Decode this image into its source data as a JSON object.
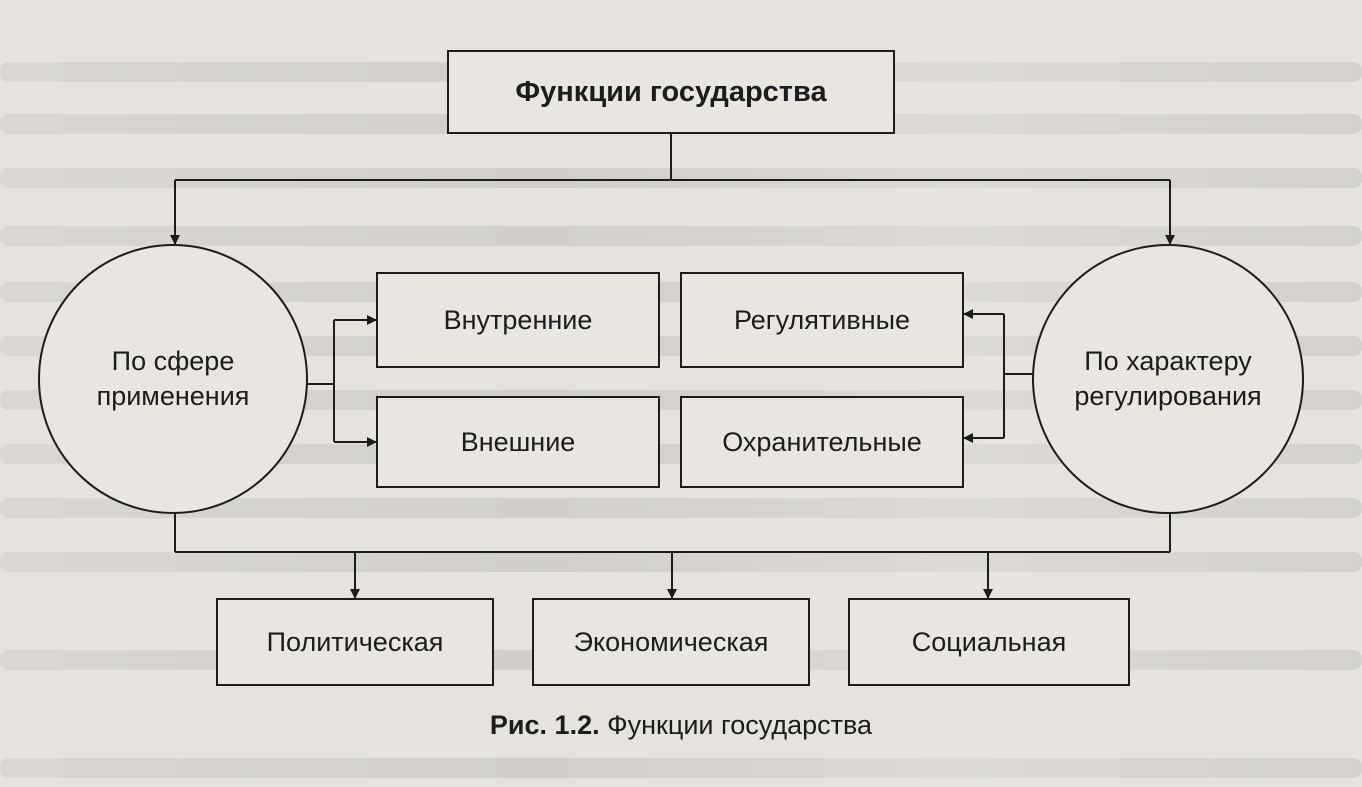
{
  "diagram": {
    "root": "Функции государства",
    "left_circle": {
      "line1": "По сфере",
      "line2": "применения"
    },
    "right_circle": {
      "line1": "По характеру",
      "line2": "регулирования"
    },
    "sphere_items": [
      "Внутренние",
      "Внешние"
    ],
    "regulation_items": [
      "Регулятивные",
      "Охранительные"
    ],
    "content_items": [
      "Политическая",
      "Экономическая",
      "Социальная"
    ]
  },
  "caption": {
    "label": "Рис. 1.2.",
    "text": "Функции государства"
  },
  "colors": {
    "line": "#1c1c1c",
    "background": "#e6e3de"
  }
}
